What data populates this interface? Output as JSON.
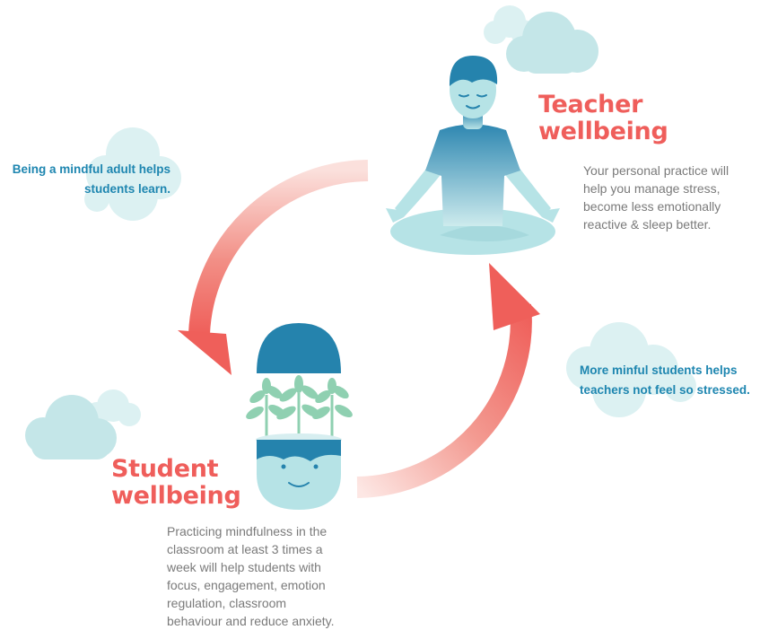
{
  "teacher": {
    "title_lines": [
      "Teacher",
      "wellbeing"
    ],
    "description_lines": [
      "Your personal practice will",
      "help you manage stress,",
      "become less emotionally",
      "reactive & sleep better."
    ]
  },
  "student": {
    "title_lines": [
      "Student",
      "wellbeing"
    ],
    "description_lines": [
      "Practicing mindfulness in the",
      "classroom at least 3 times a",
      "week will help students with",
      "focus, engagement, emotion",
      "regulation, classroom",
      "behaviour and reduce anxiety."
    ]
  },
  "notes": {
    "adult_lines": [
      "Being a mindful adult  helps",
      "students learn."
    ],
    "students_lines": [
      "More minful students helps",
      "teachers not feel so stressed."
    ]
  },
  "colors": {
    "heading": "#ef5e5b",
    "note": "#1e86b0",
    "body_text": "#7a7a7a",
    "cloud": "#c4e6e8",
    "figure_dark": "#2583ad",
    "figure_light": "#b6e3e6",
    "arrow": "#ef6560",
    "plant": "#8fd0b1"
  },
  "icons": [
    "cloud-icon",
    "meditating-teacher-icon",
    "student-head-icon",
    "plant-icon",
    "arrow-icon"
  ]
}
